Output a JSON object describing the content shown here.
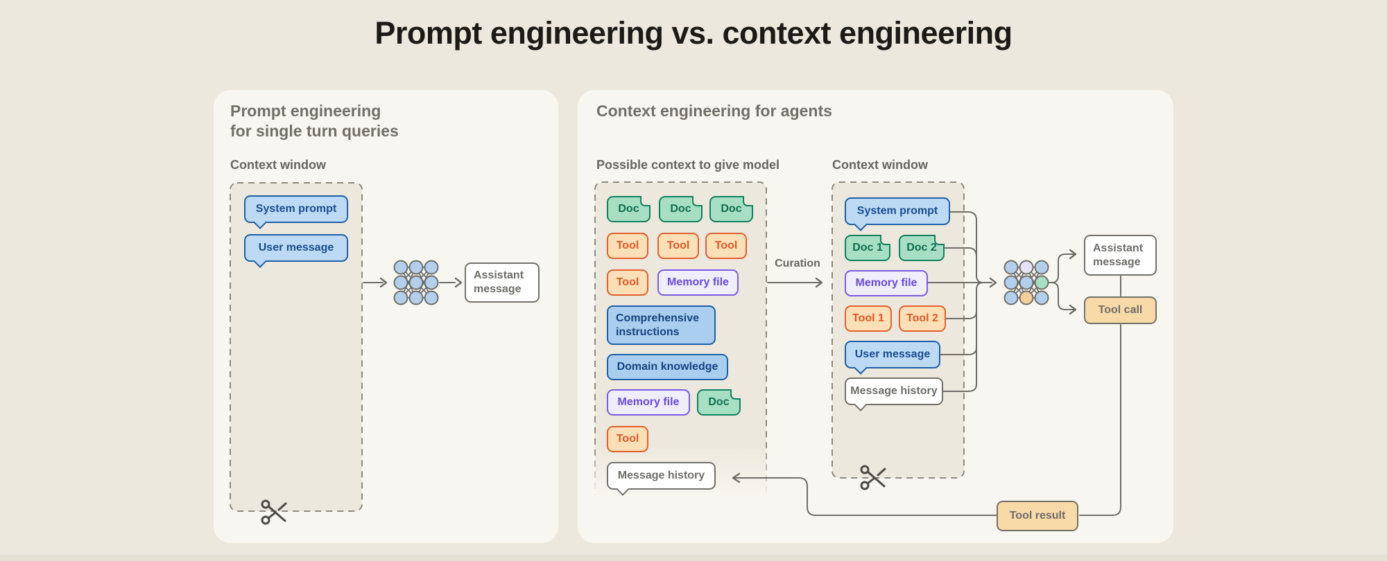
{
  "title": "Prompt engineering vs. context engineering",
  "colors": {
    "page_bg": "#ECE8DD",
    "card_bg": "#F8F6F0",
    "line": "#6E6D68",
    "blue_chip": "#BCDAF4",
    "doc_chip": "#A6DFC4",
    "tool_chip": "#FBDFB7",
    "memory_chip": "#F0EDFE",
    "tan_chip": "#F8DAA9"
  },
  "left": {
    "heading": "Prompt engineering\nfor single turn queries",
    "context_window_label": "Context window",
    "context_items": [
      {
        "label": "System prompt"
      },
      {
        "label": "User message"
      }
    ],
    "model_icon": "neural-network",
    "output_label": "Assistant message"
  },
  "right": {
    "heading": "Context engineering for agents",
    "possible_context_label": "Possible context to give model",
    "context_window_label": "Context window",
    "curation_label": "Curation",
    "possible_items": [
      {
        "label": "Doc"
      },
      {
        "label": "Doc"
      },
      {
        "label": "Doc"
      },
      {
        "label": "Tool"
      },
      {
        "label": "Tool"
      },
      {
        "label": "Tool"
      },
      {
        "label": "Tool"
      },
      {
        "label": "Memory file"
      },
      {
        "label": "Comprehensive instructions"
      },
      {
        "label": "Domain knowledge"
      },
      {
        "label": "Memory file"
      },
      {
        "label": "Doc"
      },
      {
        "label": "Tool"
      },
      {
        "label": "Message history"
      }
    ],
    "context_items": [
      {
        "label": "System prompt"
      },
      {
        "label": "Doc 1"
      },
      {
        "label": "Doc 2"
      },
      {
        "label": "Memory file"
      },
      {
        "label": "Tool 1"
      },
      {
        "label": "Tool 2"
      },
      {
        "label": "User message"
      },
      {
        "label": "Message history"
      }
    ],
    "outputs": {
      "assistant_message": "Assistant message",
      "tool_call": "Tool call",
      "tool_result": "Tool result"
    }
  }
}
